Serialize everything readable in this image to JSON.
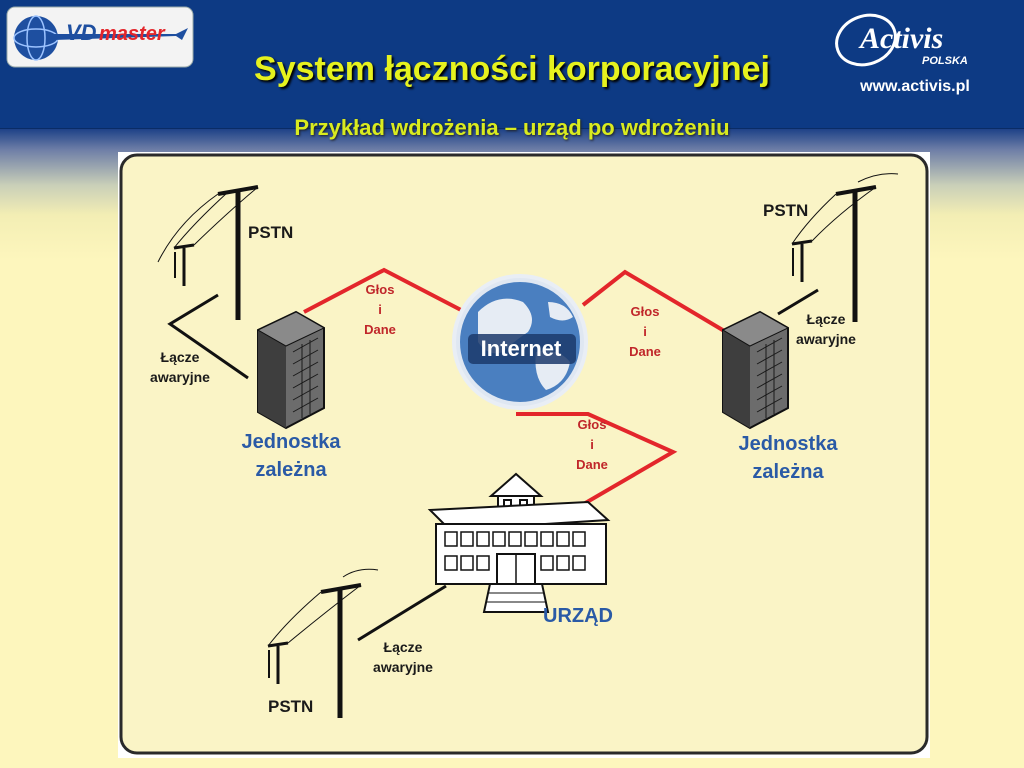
{
  "header": {
    "title": "System łączności korporacyjnej",
    "subtitle": "Przykład wdrożenia – urząd po wdrożeniu",
    "website": "www.activis.pl"
  },
  "logos": {
    "left": {
      "text_vd": "VD",
      "text_master": "master"
    },
    "right": {
      "name": "Activis",
      "sub": "POLSKA"
    }
  },
  "diagram": {
    "pstn_left": "PSTN",
    "pstn_right": "PSTN",
    "pstn_bottom": "PSTN",
    "backup_left": [
      "Łącze",
      "awaryjne"
    ],
    "backup_right": [
      "Łącze",
      "awaryjne"
    ],
    "backup_bottom": [
      "Łącze",
      "awaryjne"
    ],
    "voice_data_1": [
      "Głos",
      "i",
      "Dane"
    ],
    "voice_data_2": [
      "Głos",
      "i",
      "Dane"
    ],
    "voice_data_3": [
      "Głos",
      "i",
      "Dane"
    ],
    "internet": "Internet",
    "unit_left": [
      "Jednostka",
      "zależna"
    ],
    "unit_right": [
      "Jednostka",
      "zależna"
    ],
    "office": "URZĄD"
  },
  "colors": {
    "header_bg": "#0d3a84",
    "title": "#e6f21e",
    "diagram_bg": "#faf4c6",
    "link_red": "#e3262b",
    "unit_blue": "#2a5aa6"
  }
}
